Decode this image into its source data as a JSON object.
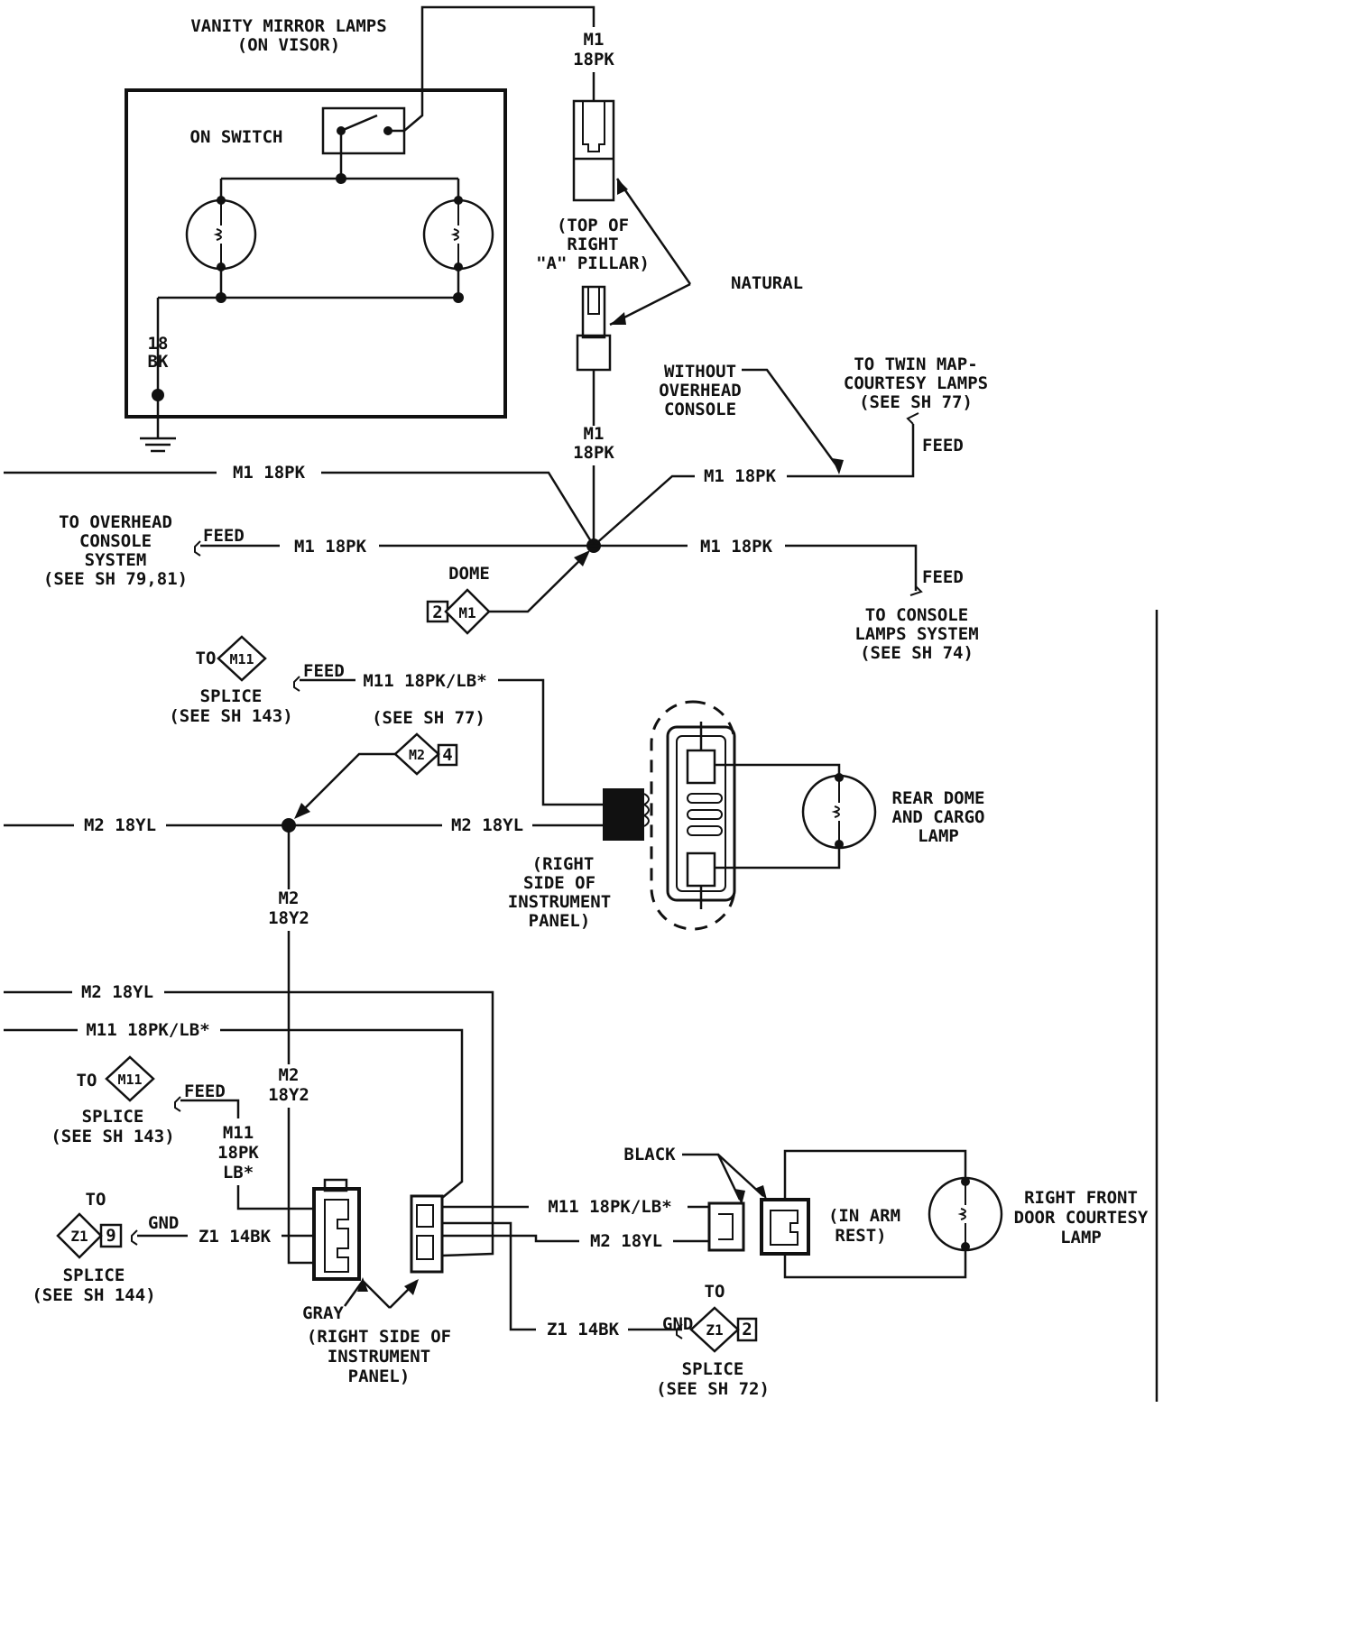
{
  "colors": {
    "ink": "#111111",
    "paper": "#ffffff"
  },
  "vanity": {
    "title1": "VANITY MIRROR LAMPS",
    "title2": "(ON VISOR)",
    "switch": "ON SWITCH",
    "ground_gauge": "18",
    "ground_color": "BK"
  },
  "m1_top": {
    "circuit": "M1",
    "gauge": "18PK"
  },
  "a_pillar": {
    "l1": "(TOP OF",
    "l2": "RIGHT",
    "l3": "\"A\" PILLAR)",
    "natural": "NATURAL"
  },
  "m1_mid": {
    "circuit": "M1",
    "gauge": "18PK"
  },
  "without_console": {
    "l1": "WITHOUT",
    "l2": "OVERHEAD",
    "l3": "CONSOLE"
  },
  "twin_map": {
    "l1": "TO TWIN MAP-",
    "l2": "COURTESY LAMPS",
    "l3": "(SEE SH 77)",
    "feed": "FEED"
  },
  "wires": {
    "m1_left_top": "M1 18PK",
    "m1_right_top": "M1 18PK",
    "m1_left_mid": "M1 18PK",
    "m1_right_mid": "M1 18PK",
    "m11_top": "M11 18PK/LB*",
    "m2_left": "M2 18YL",
    "m2_right": "M2 18YL",
    "m2_drop_c": "M2",
    "m2_drop_g": "18Y2",
    "m2_low1": "M2 18YL",
    "m11_low": "M11 18PK/LB*",
    "m2_drop2_c": "M2",
    "m2_drop2_g": "18Y2",
    "m11_drop_c": "M11",
    "m11_drop_g1": "18PK",
    "m11_drop_g2": "LB*",
    "z1_left": "Z1 14BK",
    "m11_right": "M11 18PK/LB*",
    "m2_right_low": "M2 18YL",
    "z1_right": "Z1 14BK"
  },
  "overhead": {
    "l1": "TO OVERHEAD",
    "l2": "CONSOLE",
    "l3": "SYSTEM",
    "l4": "(SEE SH 79,81)",
    "feed": "FEED"
  },
  "dome": {
    "label": "DOME",
    "pin": "2",
    "ckt": "M1"
  },
  "console_lamps": {
    "feed": "FEED",
    "l1": "TO CONSOLE",
    "l2": "LAMPS SYSTEM",
    "l3": "(SEE SH 74)"
  },
  "m11_splice_top": {
    "to": "TO",
    "ckt": "M11",
    "l1": "SPLICE",
    "l2": "(SEE SH 143)",
    "feed": "FEED"
  },
  "m2_ref": {
    "see": "(SEE SH 77)",
    "ckt": "M2",
    "pin": "4"
  },
  "rear_dome": {
    "l1": "REAR DOME",
    "l2": "AND CARGO",
    "l3": "LAMP"
  },
  "right_ip": {
    "l1": "(RIGHT",
    "l2": "SIDE OF",
    "l3": "INSTRUMENT",
    "l4": "PANEL)"
  },
  "m11_splice_low": {
    "to": "TO",
    "ckt": "M11",
    "l1": "SPLICE",
    "l2": "(SEE SH 143)",
    "feed": "FEED"
  },
  "z1_left_splice": {
    "to": "TO",
    "ckt": "Z1",
    "pin": "9",
    "l1": "SPLICE",
    "l2": "(SEE SH 144)",
    "gnd": "GND"
  },
  "gray": {
    "label": "GRAY",
    "l1": "(RIGHT SIDE OF",
    "l2": "INSTRUMENT",
    "l3": "PANEL)"
  },
  "black": {
    "label": "BLACK",
    "l1": "(IN ARM",
    "l2": "REST)"
  },
  "courtesy": {
    "l1": "RIGHT FRONT",
    "l2": "DOOR COURTESY",
    "l3": "LAMP"
  },
  "z1_right_splice": {
    "to": "TO",
    "ckt": "Z1",
    "pin": "2",
    "l1": "SPLICE",
    "l2": "(SEE SH 72)",
    "gnd": "GND"
  }
}
